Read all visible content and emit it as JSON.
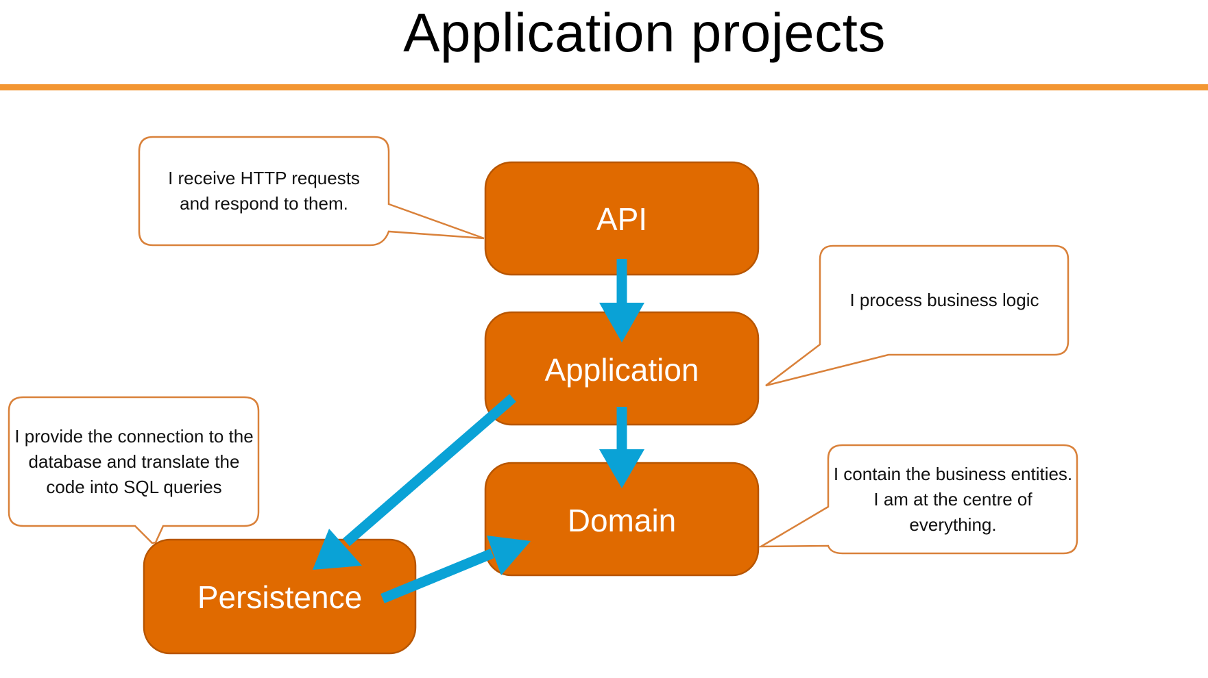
{
  "title": "Application projects",
  "colors": {
    "accent_rule": "#f39632",
    "box_fill": "#e06a00",
    "box_stroke": "#b75500",
    "arrow": "#0aa2d6",
    "callout_stroke": "#d9813a"
  },
  "boxes": {
    "api": "API",
    "application": "Application",
    "domain": "Domain",
    "persistence": "Persistence"
  },
  "callouts": {
    "api": "I receive HTTP requests and respond to them.",
    "application": "I process business logic",
    "domain": "I contain the business entities.  I am at the centre of everything.",
    "persistence": "I provide the connection to the database and translate the code into SQL queries"
  }
}
